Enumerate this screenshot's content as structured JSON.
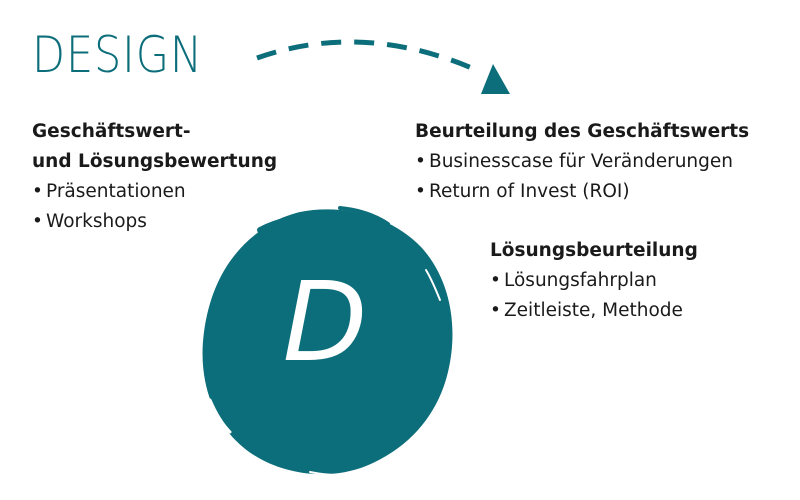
{
  "title": "DESIGN",
  "colors": {
    "accent": "#0c6e7a",
    "text": "#1a1a1a",
    "letter": "#ffffff"
  },
  "circle_letter": "D",
  "sections": {
    "left": {
      "heading_line1": "Geschäftswert-",
      "heading_line2": "und Lösungsbewertung",
      "bullets": [
        "Präsentationen",
        "Workshops"
      ]
    },
    "right": {
      "heading": "Beurteilung des Geschäftswerts",
      "bullets": [
        "Businesscase für Veränderungen",
        "Return of Invest (ROI)"
      ]
    },
    "middle": {
      "heading": "Lösungsbeurteilung",
      "bullets": [
        "Lösungsfahrplan",
        "Zeitleiste, Methode"
      ]
    }
  }
}
